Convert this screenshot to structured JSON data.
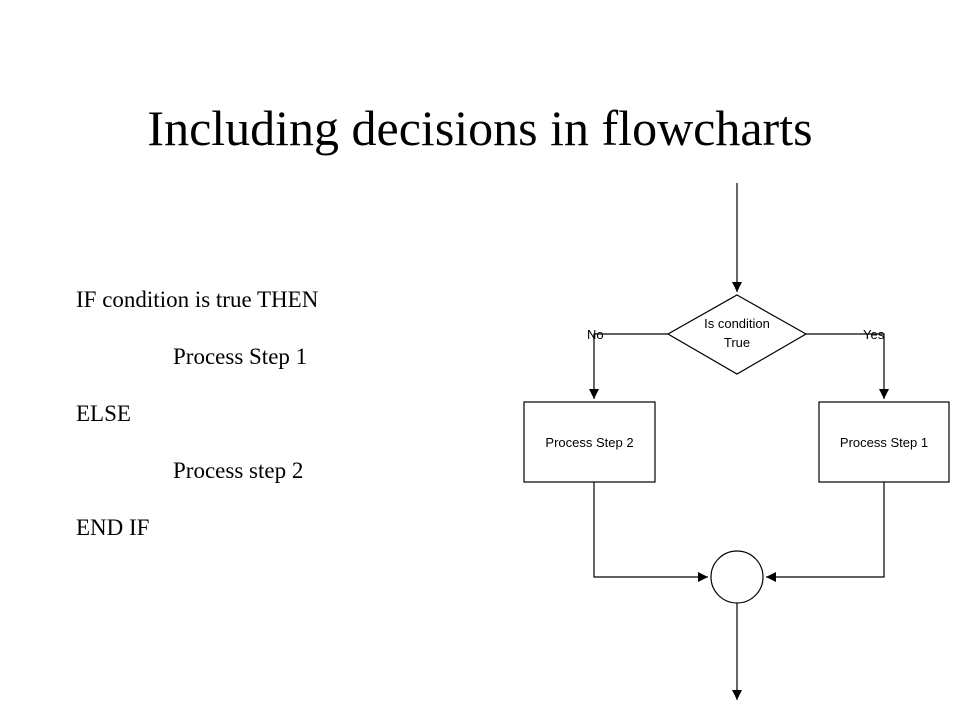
{
  "slide": {
    "title": "Including decisions in flowcharts"
  },
  "pseudocode": [
    "IF condition is true THEN",
    "Process Step 1",
    "ELSE",
    "Process step 2",
    "END IF"
  ],
  "flowchart": {
    "decision_line1": "Is condition",
    "decision_line2": "True",
    "no_label": "No",
    "yes_label": "Yes",
    "left_process": "Process Step 2",
    "right_process": "Process Step 1"
  }
}
